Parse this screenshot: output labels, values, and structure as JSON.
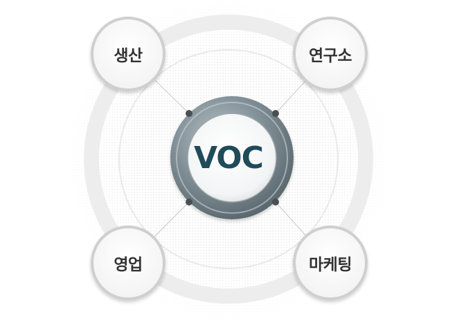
{
  "center": {
    "label": "VOC"
  },
  "nodes": {
    "top_left": {
      "label": "생산"
    },
    "top_right": {
      "label": "연구소"
    },
    "bottom_left": {
      "label": "영업"
    },
    "bottom_right": {
      "label": "마케팅"
    }
  },
  "colors": {
    "center_text": "#1f4b5a",
    "ring_dark": "#5f6e74",
    "ring_light": "#a9b6bc",
    "node_border": "#cccccc",
    "node_text": "#333333",
    "outer_ring": "#eeeeee"
  }
}
